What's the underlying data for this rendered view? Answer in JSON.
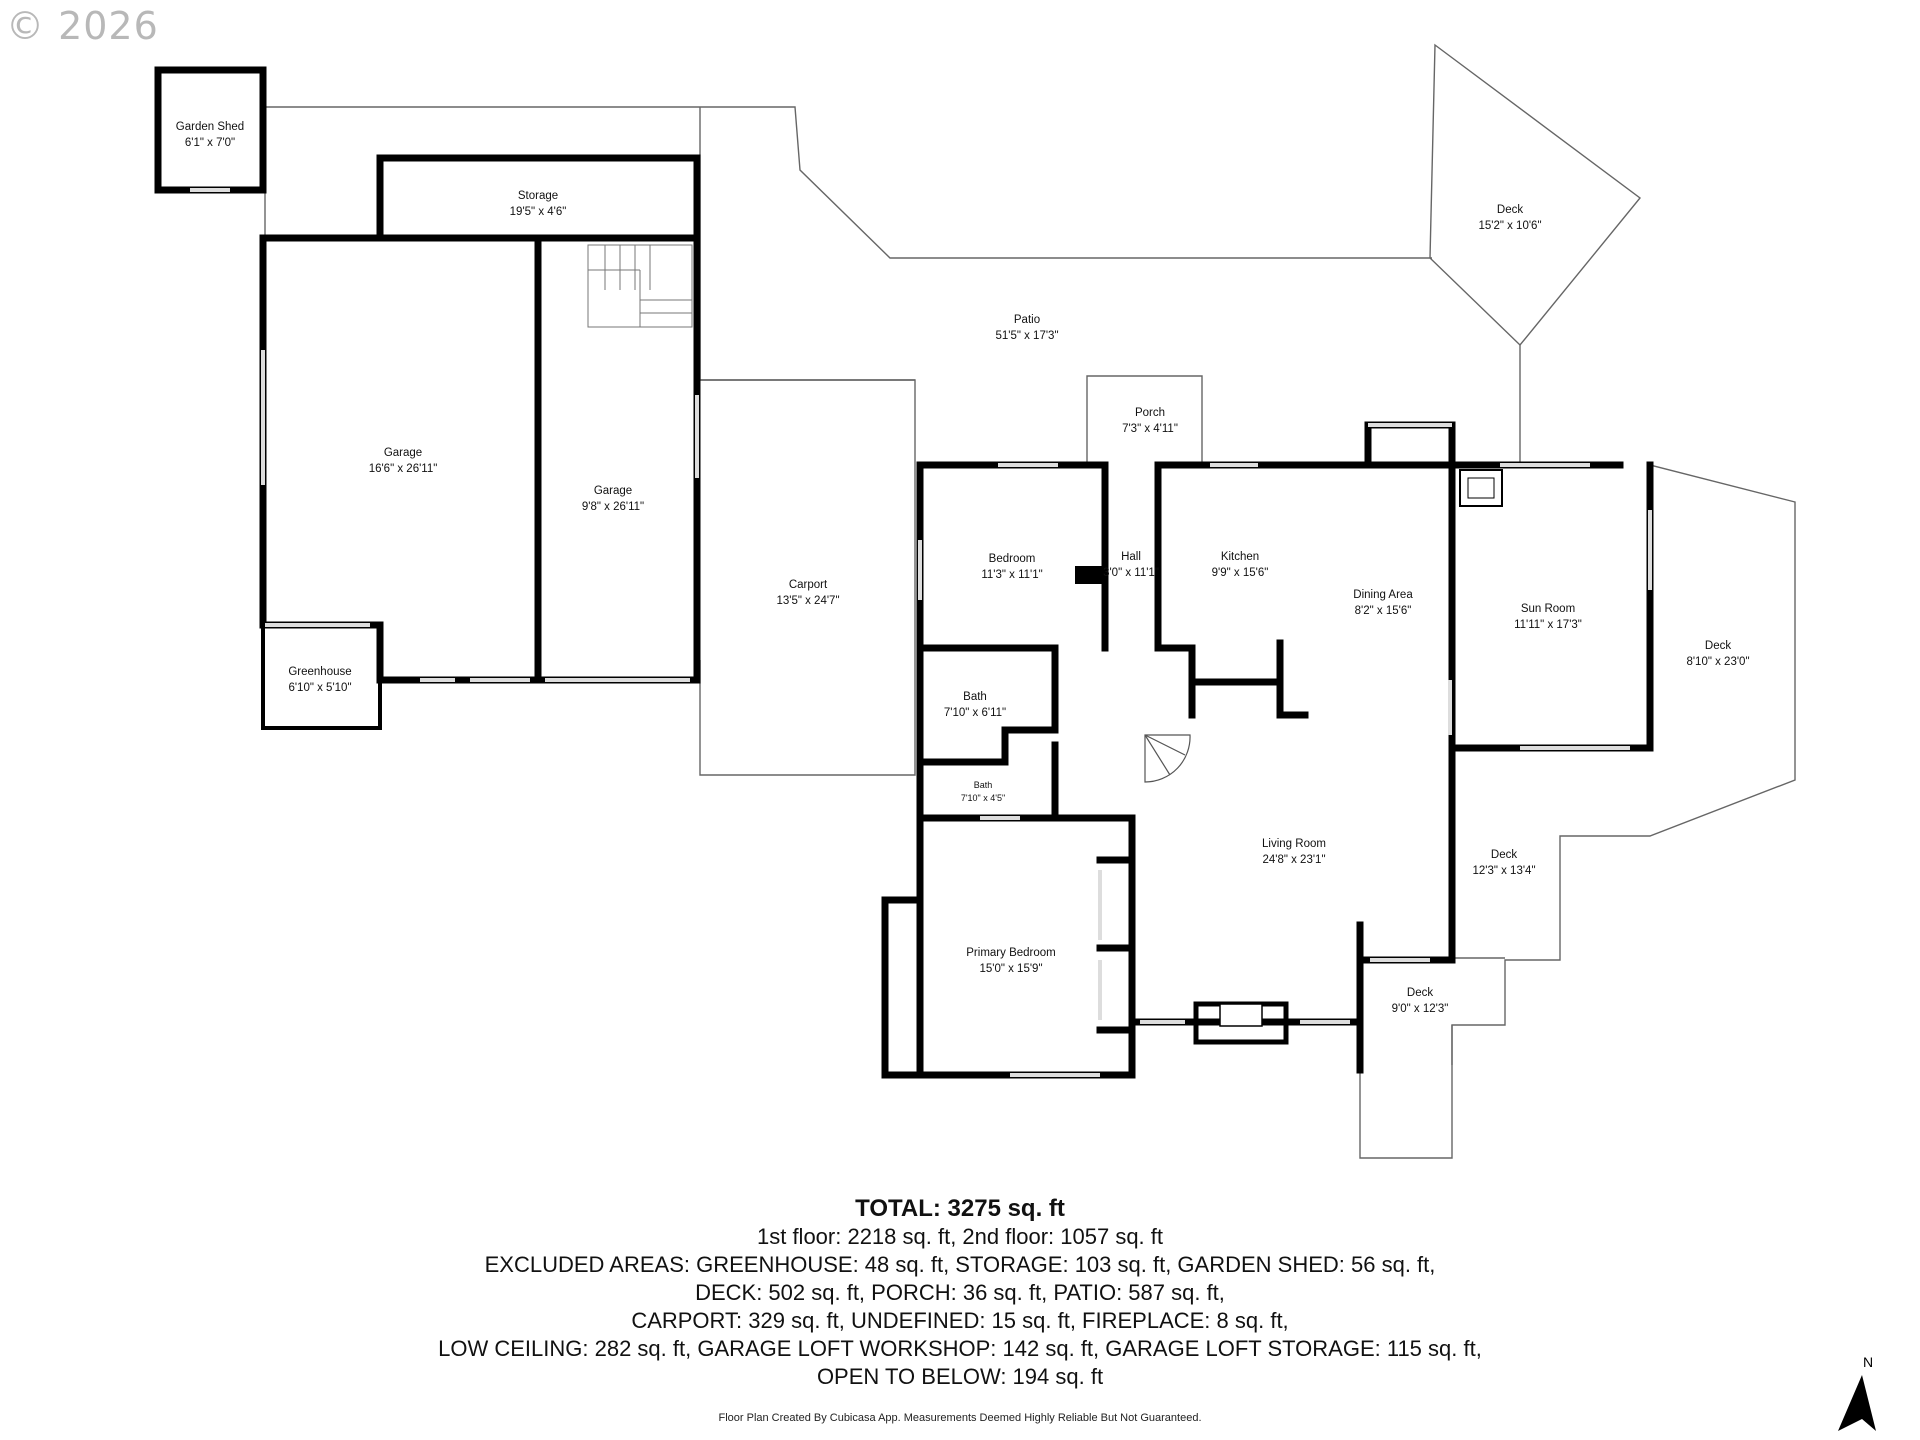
{
  "copyright": "© 2026",
  "rooms": {
    "garden_shed": {
      "name": "Garden Shed",
      "dim": "6'1\" x 7'0\""
    },
    "storage": {
      "name": "Storage",
      "dim": "19'5\" x 4'6\""
    },
    "deck_top": {
      "name": "Deck",
      "dim": "15'2\" x 10'6\""
    },
    "patio": {
      "name": "Patio",
      "dim": "51'5\" x 17'3\""
    },
    "porch": {
      "name": "Porch",
      "dim": "7'3\" x 4'11\""
    },
    "garage_large": {
      "name": "Garage",
      "dim": "16'6\" x 26'11\""
    },
    "garage_small": {
      "name": "Garage",
      "dim": "9'8\" x 26'11\""
    },
    "carport": {
      "name": "Carport",
      "dim": "13'5\" x 24'7\""
    },
    "bedroom": {
      "name": "Bedroom",
      "dim": "11'3\" x 11'1\""
    },
    "hall": {
      "name": "Hall",
      "dim": "3'0\" x 11'1\""
    },
    "kitchen": {
      "name": "Kitchen",
      "dim": "9'9\" x 15'6\""
    },
    "dining": {
      "name": "Dining Area",
      "dim": "8'2\" x 15'6\""
    },
    "sun_room": {
      "name": "Sun Room",
      "dim": "11'11\" x 17'3\""
    },
    "deck_right": {
      "name": "Deck",
      "dim": "8'10\" x 23'0\""
    },
    "greenhouse": {
      "name": "Greenhouse",
      "dim": "6'10\" x 5'10\""
    },
    "bath_1": {
      "name": "Bath",
      "dim": "7'10\" x 6'11\""
    },
    "bath_2": {
      "name": "Bath",
      "dim": "7'10\" x 4'5\""
    },
    "living": {
      "name": "Living Room",
      "dim": "24'8\" x 23'1\""
    },
    "deck_mid": {
      "name": "Deck",
      "dim": "12'3\" x 13'4\""
    },
    "primary_bedroom": {
      "name": "Primary Bedroom",
      "dim": "15'0\" x 15'9\""
    },
    "deck_bottom": {
      "name": "Deck",
      "dim": "9'0\" x 12'3\""
    }
  },
  "summary": {
    "total": "TOTAL: 3275 sq. ft",
    "floors": "1st floor: 2218 sq. ft, 2nd floor: 1057 sq. ft",
    "excluded_1": "EXCLUDED AREAS: GREENHOUSE: 48 sq. ft, STORAGE: 103 sq. ft, GARDEN SHED: 56 sq. ft,",
    "excluded_2": "DECK: 502 sq. ft, PORCH: 36 sq. ft, PATIO: 587 sq. ft,",
    "excluded_3": "CARPORT: 329 sq. ft, UNDEFINED: 15 sq. ft, FIREPLACE: 8 sq. ft,",
    "excluded_4": "LOW CEILING: 282 sq. ft, GARAGE LOFT WORKSHOP: 142 sq. ft, GARAGE LOFT STORAGE: 115 sq. ft,",
    "excluded_5": "OPEN TO BELOW: 194 sq. ft"
  },
  "credit": "Floor Plan Created By Cubicasa App. Measurements Deemed Highly Reliable But Not Guaranteed.",
  "north_label": "N",
  "colors": {
    "wall": "#000000",
    "thin_line": "#555555",
    "window": "#cccccc"
  }
}
